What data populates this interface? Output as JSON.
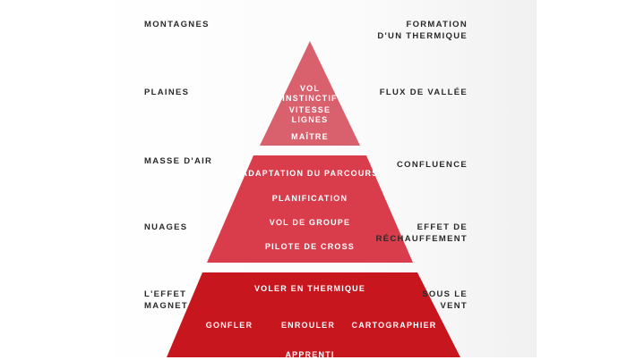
{
  "colors": {
    "top_tier": "#d9606d",
    "middle_tier": "#d93d4b",
    "bottom_tier": "#c8161f",
    "label_text": "#2a2a2a",
    "tier_text": "#ffffff"
  },
  "left_labels": [
    "MONTAGNES",
    "PLAINES",
    "MASSE D'AIR",
    "NUAGES",
    "L'EFFET\nMAGNET"
  ],
  "right_labels": [
    "FORMATION\nD'UN THERMIQUE",
    "FLUX DE VALLÉE",
    "CONFLUENCE",
    "EFFET DE\nRÉCHAUFFEMENT",
    "SOUS LE\nVENT"
  ],
  "pyramid": {
    "top": {
      "items": [
        "VOL\nINSTINCTIF",
        "VITESSE\nLIGNES"
      ],
      "level": "MAÎTRE"
    },
    "middle": {
      "items": [
        "ADAPTATION DU PARCOURS",
        "PLANIFICATION",
        "VOL DE GROUPE"
      ],
      "level": "PILOTE DE CROSS"
    },
    "bottom": {
      "items": [
        "VOLER EN THERMIQUE",
        "GONFLER",
        "ENROULER",
        "CARTOGRAPHIER"
      ],
      "level": "APPRENTI"
    }
  }
}
